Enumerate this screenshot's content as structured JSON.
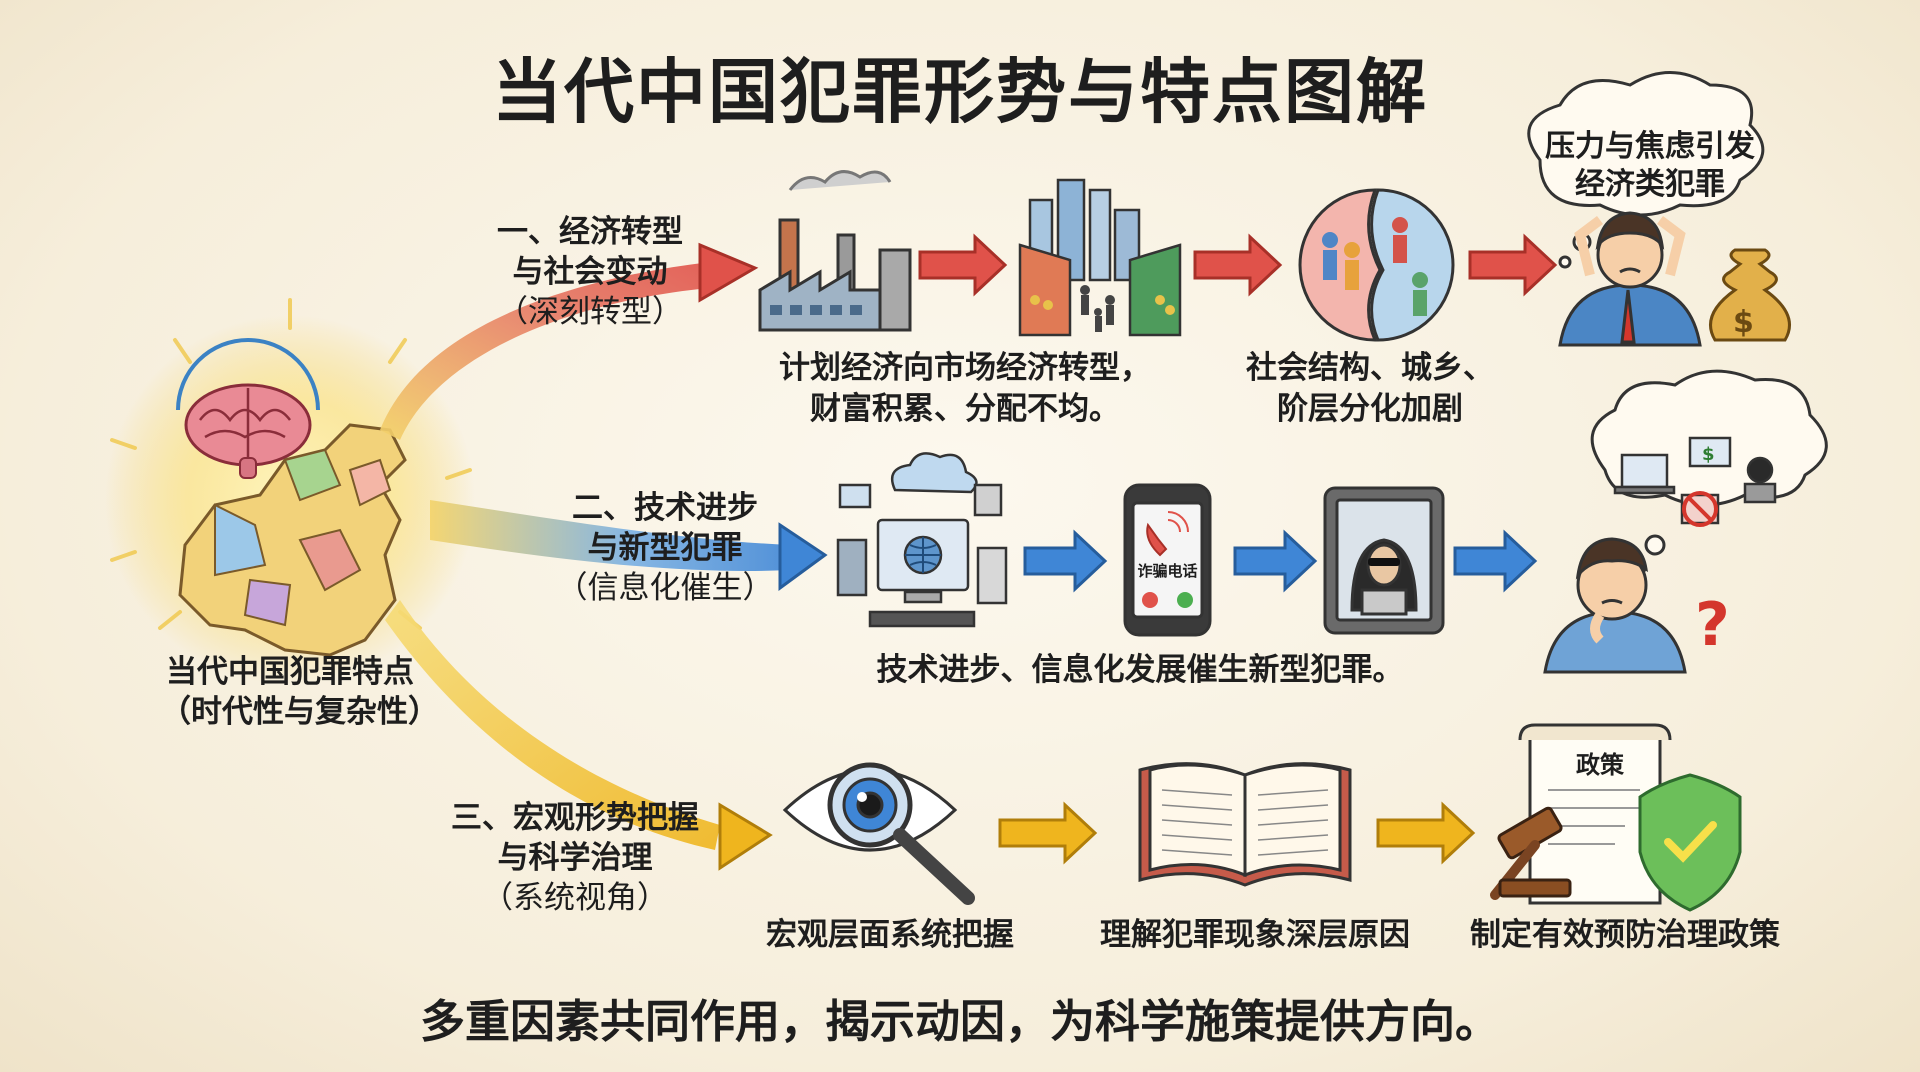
{
  "title": "当代中国犯罪形势与特点图解",
  "center": {
    "line1": "当代中国犯罪特点",
    "line2": "（时代性与复杂性）"
  },
  "branch1": {
    "label": [
      "一、经济转型",
      "与社会变动",
      "（深刻转型）"
    ],
    "caption1": [
      "计划经济向市场经济转型，",
      "财富积累、分配不均。"
    ],
    "caption2": [
      "社会结构、城乡、",
      "阶层分化加剧"
    ],
    "bubble": [
      "压力与焦虑引发",
      "经济类犯罪"
    ]
  },
  "branch2": {
    "label": [
      "二、技术进步",
      "与新型犯罪",
      "（信息化催生）"
    ],
    "phone_text": "诈骗电话",
    "caption": "技术进步、信息化发展催生新型犯罪。"
  },
  "branch3": {
    "label": [
      "三、宏观形势把握",
      "与科学治理",
      "（系统视角）"
    ],
    "caption1": "宏观层面系统把握",
    "caption2": "理解犯罪现象深层原因",
    "caption3": "制定有效预防治理政策",
    "document_title": "政策"
  },
  "footer": "多重因素共同作用，揭示动因，为科学施策提供方向。",
  "icons": [
    "brain-icon",
    "china-map-icon",
    "factory-icon",
    "city-market-icon",
    "society-split-icon",
    "stressed-man-icon",
    "money-bag-icon",
    "computer-network-icon",
    "phone-scam-icon",
    "hacker-tablet-icon",
    "confused-man-icon",
    "eye-magnifier-icon",
    "open-book-icon",
    "policy-document-icon",
    "gavel-icon",
    "shield-check-icon"
  ],
  "colors": {
    "red_arrow": "#e0524a",
    "blue_arrow": "#3f86d6",
    "yellow_arrow": "#f0bf2a",
    "background": "#f8f1e2"
  }
}
